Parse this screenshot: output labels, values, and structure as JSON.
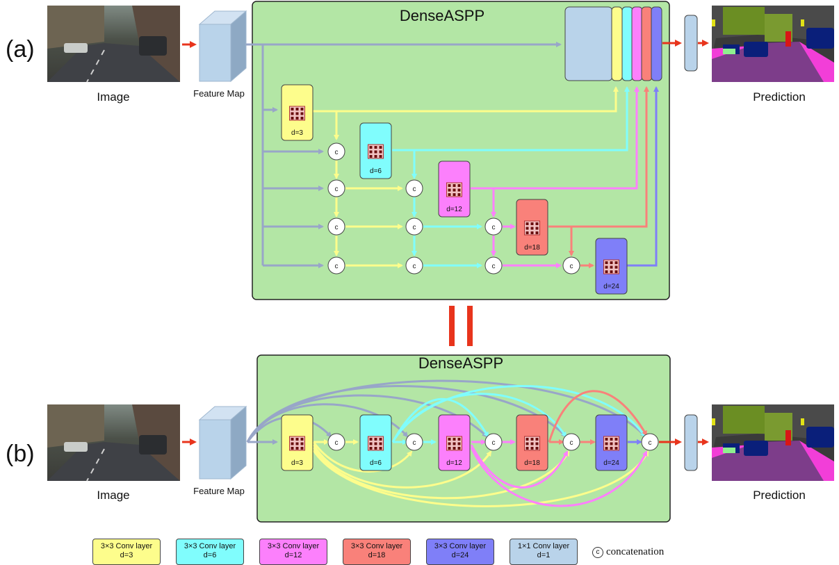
{
  "colors": {
    "panel_green": "#b3e6a5",
    "feature_blue": "#b9d3ea",
    "gray_arrow": "#98a6c8",
    "red_arrow": "#e8341c",
    "d3": "#fdfd8c",
    "d6": "#80fdfd",
    "d12": "#fc80fc",
    "d18": "#f9817a",
    "d24": "#7f7ff8",
    "d1": "#b9d3ea"
  },
  "panel_a": {
    "tag": "(a)",
    "title": "DenseASPP",
    "image_label": "Image",
    "feature_label": "Feature Map",
    "prediction_label": "Prediction",
    "layers": [
      "d=3",
      "d=6",
      "d=12",
      "d=18",
      "d=24"
    ]
  },
  "panel_b": {
    "tag": "(b)",
    "title": "DenseASPP",
    "image_label": "Image",
    "feature_label": "Feature Map",
    "prediction_label": "Prediction",
    "layers": [
      "d=3",
      "d=6",
      "d=12",
      "d=18",
      "d=24"
    ]
  },
  "concat_letter": "c",
  "legend": [
    {
      "line1": "3×3 Conv layer",
      "line2": "d=3",
      "color_key": "d3"
    },
    {
      "line1": "3×3 Conv layer",
      "line2": "d=6",
      "color_key": "d6"
    },
    {
      "line1": "3×3 Conv layer",
      "line2": "d=12",
      "color_key": "d12"
    },
    {
      "line1": "3×3 Conv layer",
      "line2": "d=18",
      "color_key": "d18"
    },
    {
      "line1": "3×3 Conv layer",
      "line2": "d=24",
      "color_key": "d24"
    },
    {
      "line1": "1×1 Conv layer",
      "line2": "d=1",
      "color_key": "d1"
    }
  ],
  "concat_legend": {
    "symbol": "c",
    "label": "concatenation"
  }
}
